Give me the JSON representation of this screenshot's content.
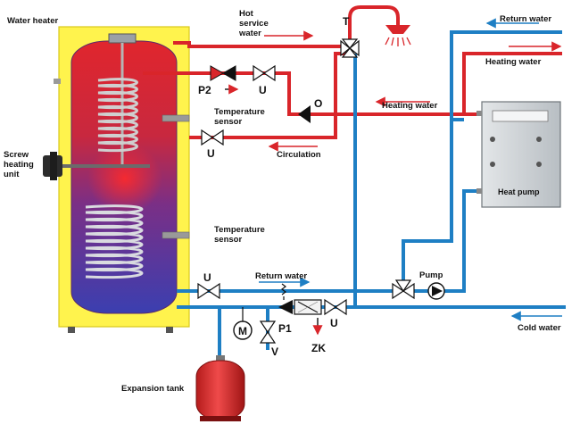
{
  "labels": {
    "water_heater": "Water heater",
    "screw_heating_unit": [
      "Screw",
      "heating",
      "unit"
    ],
    "hot_service_water": [
      "Hot",
      "service",
      "water"
    ],
    "t_valve": "T",
    "p2": "P2",
    "u": "U",
    "o": "O",
    "temperature_sensor_top": [
      "Temperature",
      "sensor"
    ],
    "temperature_sensor_bottom": [
      "Temperature",
      "sensor"
    ],
    "circulation": "Circulation",
    "heating_water_mid": "Heating water",
    "heating_water_top": "Heating water",
    "return_water_top": "Return water",
    "heat_pump": "Heat pump",
    "pump": "Pump",
    "return_water_bottom": "Return water",
    "m": "M",
    "p1": "P1",
    "v": "V",
    "zk": "ZK",
    "cold_water": "Cold water",
    "expansion_tank": "Expansion tank"
  },
  "colors": {
    "hot_pipe": "#d9252a",
    "cold_pipe": "#1e7fc4",
    "heater_casing": "#fff34d",
    "heat_pump_body": "#c9cfd4",
    "expansion_tank": "#e02b2b"
  }
}
